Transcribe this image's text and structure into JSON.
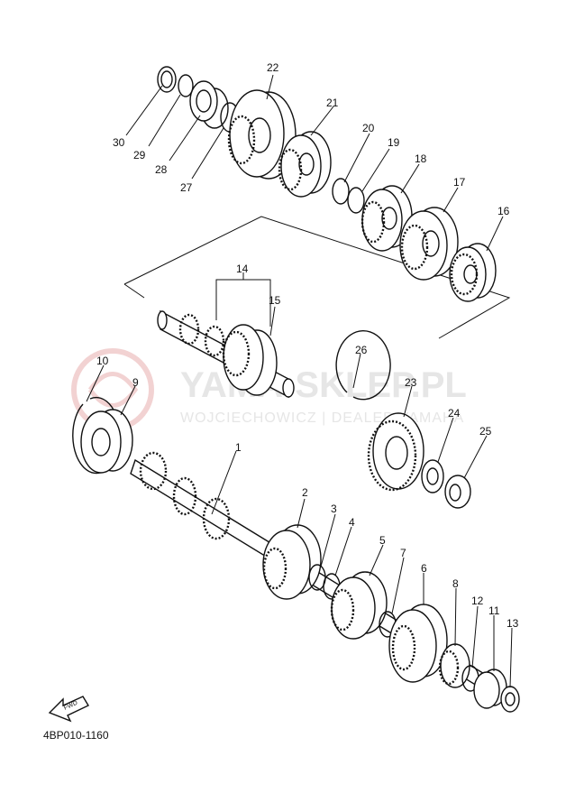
{
  "watermark": {
    "title": "YAMA-SKLEP.PL",
    "subtitle": "WOJCIECHOWICZ | DEALER YAMAHA",
    "color": "#e8c8c8"
  },
  "diagram_code": "4BP010-1160",
  "fwd_label": "FWD",
  "callouts": [
    "1",
    "2",
    "3",
    "4",
    "5",
    "6",
    "7",
    "8",
    "9",
    "10",
    "11",
    "12",
    "13",
    "14",
    "15",
    "16",
    "17",
    "18",
    "19",
    "20",
    "21",
    "22",
    "23",
    "24",
    "25",
    "26",
    "27",
    "28",
    "29",
    "30"
  ]
}
